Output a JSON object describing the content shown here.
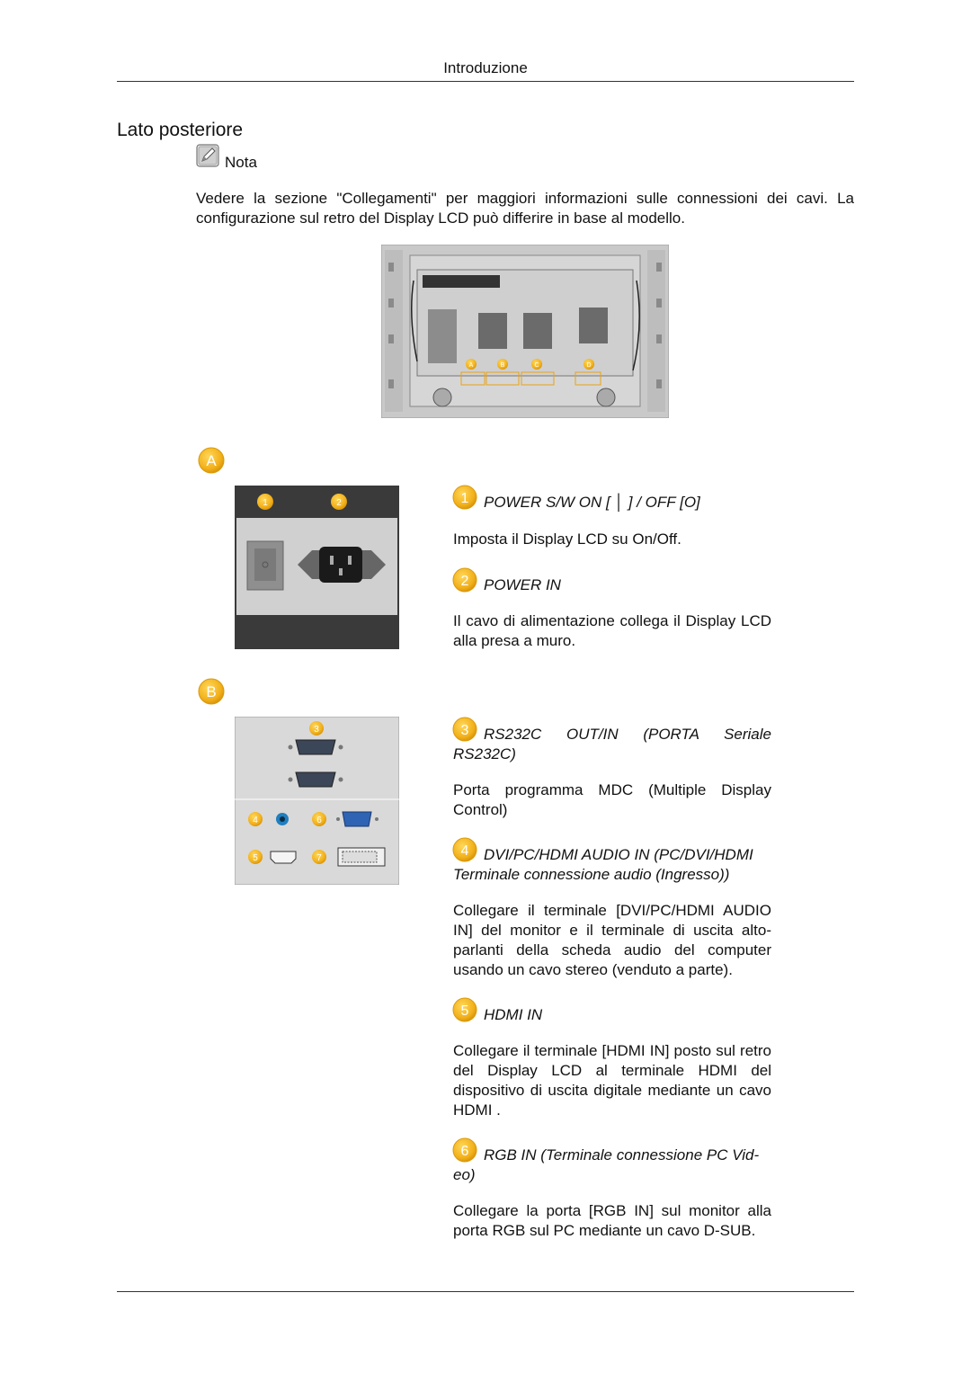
{
  "header": {
    "title": "Introduzione"
  },
  "section": {
    "title": "Lato posteriore"
  },
  "note": {
    "label": "Nota",
    "text": "Vedere la sezione \"Collegamenti\" per maggiori informazioni sulle connessioni dei cavi. La configurazione sul retro del Display LCD può differire in base al modello.",
    "icon": "note-pencil-icon"
  },
  "overview": {
    "labels": [
      "A",
      "B",
      "C",
      "D"
    ]
  },
  "panel_a": {
    "letter": "A",
    "callouts": [
      "1",
      "2"
    ]
  },
  "panel_b": {
    "letter": "B",
    "callouts": [
      "3",
      "4",
      "5",
      "6",
      "7"
    ]
  },
  "items": [
    {
      "number": "1",
      "title": "POWER S/W ON [ │ ] / OFF [O]",
      "description": "Imposta il Display LCD su On/Off."
    },
    {
      "number": "2",
      "title": "POWER IN",
      "description": "Il cavo di alimentazione collega il Display LCD alla presa a muro."
    },
    {
      "number": "3",
      "title": "RS232C OUT/IN (PORTA Seriale RS232C)",
      "description": "Porta programma MDC (Multiple Display Control)"
    },
    {
      "number": "4",
      "title": "DVI/PC/HDMI AUDIO IN (PC/DVI/HDMI Terminale connessione audio (Ingresso))",
      "description": "Collegare il terminale [DVI/PC/HDMI AUDIO IN] del monitor e il terminale di uscita alto-parlanti della scheda audio del computer usando un cavo stereo (venduto a parte)."
    },
    {
      "number": "5",
      "title": "HDMI IN",
      "description": "Collegare il terminale [HDMI IN] posto sul retro del Display LCD al terminale HDMI del dispositivo di uscita digitale mediante un cavo HDMI ."
    },
    {
      "number": "6",
      "title": "RGB IN (Terminale connessione PC Vid-eo)",
      "description": "Collegare la porta [RGB IN] sul monitor alla porta RGB sul PC mediante un cavo D-SUB."
    }
  ],
  "colors": {
    "badge": "#f2b51c",
    "badge_border": "#d99a0a",
    "panel_dark": "#3a3a3a",
    "panel_light": "#d9d9d9"
  }
}
